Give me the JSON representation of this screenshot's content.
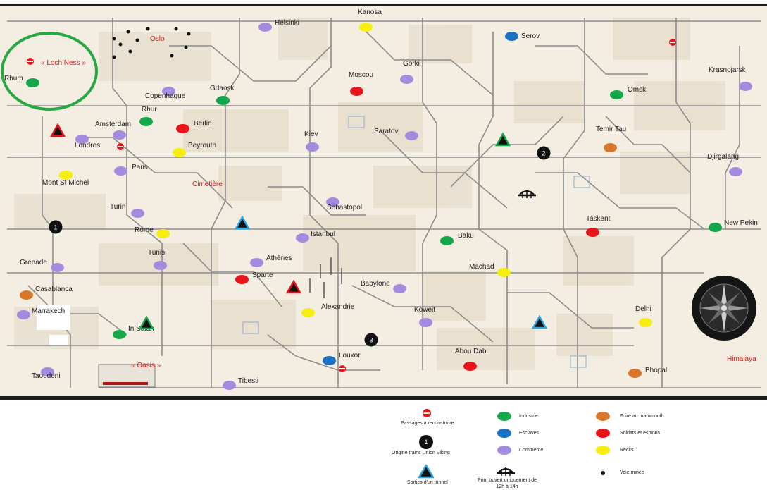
{
  "colors": {
    "background": "#f3ede2",
    "line": "#8c8c8c",
    "block": "#e6dccb",
    "industrie": "#15a84a",
    "esclaves": "#1a70c2",
    "commerce": "#a58be0",
    "foire": "#d9762a",
    "soldats": "#e8141a",
    "recits": "#f5ee10",
    "label_red": "#d21a1a",
    "loch_circle": "#27a843"
  },
  "cities": [
    {
      "name": "Helsinki",
      "type": "commerce"
    },
    {
      "name": "Kanosa",
      "type": "recits"
    },
    {
      "name": "Serov",
      "type": "esclaves"
    },
    {
      "name": "Oslo",
      "type": "none"
    },
    {
      "name": "« Loch Ness »",
      "type": "none"
    },
    {
      "name": "Rhum",
      "type": "industrie"
    },
    {
      "name": "Copenhague",
      "type": "commerce"
    },
    {
      "name": "Gdansk",
      "type": "industrie"
    },
    {
      "name": "Moscou",
      "type": "soldats"
    },
    {
      "name": "Gorki",
      "type": "commerce"
    },
    {
      "name": "Krasnojarsk",
      "type": "commerce"
    },
    {
      "name": "Omsk",
      "type": "industrie"
    },
    {
      "name": "Rhur",
      "type": "industrie"
    },
    {
      "name": "Amsterdam",
      "type": "commerce"
    },
    {
      "name": "Berlin",
      "type": "soldats"
    },
    {
      "name": "Londres",
      "type": "commerce"
    },
    {
      "name": "Beyrouth",
      "type": "recits"
    },
    {
      "name": "Kiev",
      "type": "commerce"
    },
    {
      "name": "Saratov",
      "type": "commerce"
    },
    {
      "name": "Temir Tau",
      "type": "foire"
    },
    {
      "name": "Djirgalang",
      "type": "commerce"
    },
    {
      "name": "Paris",
      "type": "commerce"
    },
    {
      "name": "Mont St Michel",
      "type": "recits"
    },
    {
      "name": "Cimetière",
      "type": "none"
    },
    {
      "name": "Sebastopol",
      "type": "commerce"
    },
    {
      "name": "Turin",
      "type": "commerce"
    },
    {
      "name": "Rome",
      "type": "recits"
    },
    {
      "name": "Istanbul",
      "type": "commerce"
    },
    {
      "name": "Baku",
      "type": "industrie"
    },
    {
      "name": "Taskent",
      "type": "soldats"
    },
    {
      "name": "New Pekin",
      "type": "industrie"
    },
    {
      "name": "Tunis",
      "type": "commerce"
    },
    {
      "name": "Athènes",
      "type": "commerce"
    },
    {
      "name": "Grenade",
      "type": "commerce"
    },
    {
      "name": "Sparte",
      "type": "soldats"
    },
    {
      "name": "Machad",
      "type": "recits"
    },
    {
      "name": "Babylone",
      "type": "commerce"
    },
    {
      "name": "Casablanca",
      "type": "foire"
    },
    {
      "name": "Alexandrie",
      "type": "recits"
    },
    {
      "name": "Koweit",
      "type": "commerce"
    },
    {
      "name": "Delhi",
      "type": "recits"
    },
    {
      "name": "Marrakech",
      "type": "commerce"
    },
    {
      "name": "In Salah",
      "type": "industrie"
    },
    {
      "name": "Louxor",
      "type": "esclaves"
    },
    {
      "name": "Abou Dabi",
      "type": "soldats"
    },
    {
      "name": "Himalaya",
      "type": "none"
    },
    {
      "name": "« Oasis »",
      "type": "none"
    },
    {
      "name": "Taoudeni",
      "type": "commerce"
    },
    {
      "name": "Tibesti",
      "type": "commerce"
    },
    {
      "name": "Bhopal",
      "type": "foire"
    }
  ],
  "markers": {
    "viking_origins": [
      "1",
      "2",
      "3"
    ]
  },
  "legend": {
    "passages": "Passages à reconstruire",
    "origine": "Origine trains Union Viking",
    "sorties": "Sorties d'un tunnel",
    "pont": "Pont ouvert uniquement de 12h à 14h",
    "industrie": "Industrie",
    "esclaves": "Esclaves",
    "commerce": "Commerce",
    "foire": "Foire au mammouth",
    "soldats": "Soldats et espions",
    "recits": "Récits",
    "voie": "Voie minée",
    "origine_number": "1"
  }
}
